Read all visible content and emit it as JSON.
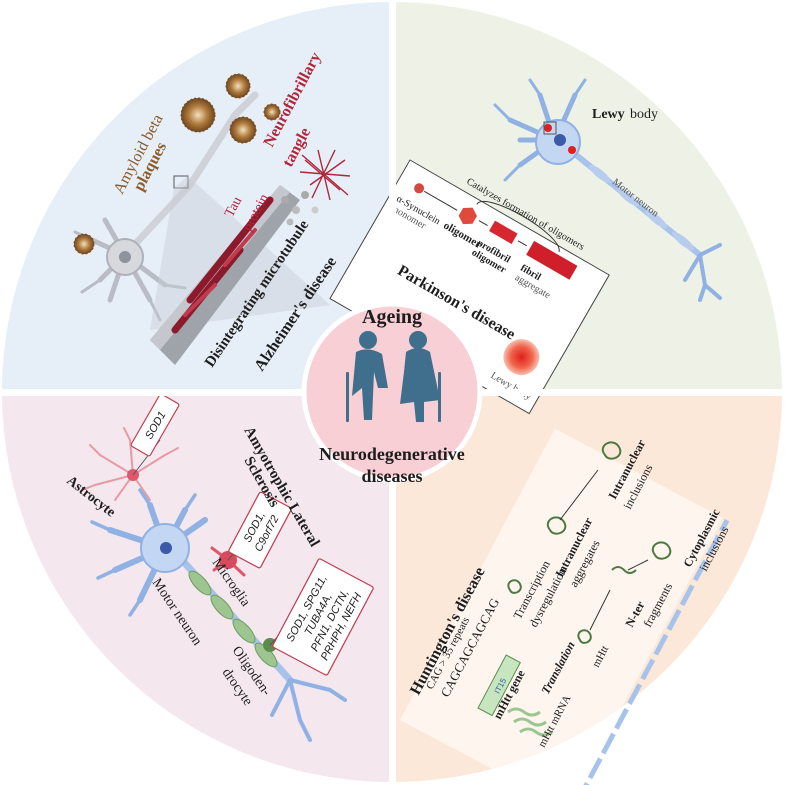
{
  "center": {
    "top_label": "Ageing",
    "bottom_label_line1": "Neurodegenerative",
    "bottom_label_line2": "diseases",
    "figure_icon": "elderly-couple-icon"
  },
  "alzheimers": {
    "title": "Alzheimer's disease",
    "amyloid_line1": "Amyloid beta",
    "amyloid_line2": "plaques",
    "nft_line1": "Neurofibrillary",
    "nft_line2": "tangle",
    "tau_line1": "Tau",
    "tau_line2": "protein",
    "microtubule": "Disintegrating microtubule"
  },
  "parkinsons": {
    "title": "Parkinson's disease",
    "lewy_body_bold": "Lewy",
    "lewy_body_rest": "body",
    "motor_neuron": "Motor neuron",
    "monomer_line1": "α-Synuclein",
    "monomer_line2": "monomer",
    "oligomer": "oligomer",
    "catalyzes": "Catalyzes formation of oligomers",
    "profibril_line1": "profibril",
    "profibril_line2": "oligomer",
    "fibril_line1": "fibril",
    "fibril_line2": "aggregate",
    "lewy_body_small": "Lewy body"
  },
  "als": {
    "title_line1": "Amyotrophic Lateral",
    "title_line2": "Sclerosis",
    "astrocyte": "Astrocyte",
    "box_astro": "SOD1",
    "box_micro_line1": "SOD1,",
    "box_micro_line2": "C9orf72",
    "box_oligo_line1": "SOD1, SPG11,",
    "box_oligo_line2": "TUBA4A,",
    "box_oligo_line3": "PFN1, DCTN,",
    "box_oligo_line4": "PRHPH, NEFH",
    "microglia": "Microglia",
    "motor_neuron": "Motor neuron",
    "oligo_line1": "Oligoden-",
    "oligo_line2": "drocyte"
  },
  "huntingtons": {
    "title": "Huntington's disease",
    "cag_repeats": "CAG > 35 repeats",
    "cag_sequence": "CAGCAGCAGCAG",
    "gene_label": "IT15",
    "mhtt_gene": "mHtt gene",
    "translation": "Translation",
    "mrna": "mHtt mRNA",
    "mhtt": "mHtt",
    "transcription_line1": "Transcription",
    "transcription_line2": "dysregulation",
    "intranuclear_agg_line1": "Intranuclear",
    "intranuclear_agg_line2": "aggregates",
    "intranuclear_inc_line1": "Intranuclear",
    "intranuclear_inc_line2": "inclusions",
    "nter_line1": "N-ter",
    "nter_line2": "fragments",
    "cyto_line1": "Cytoplasmic",
    "cyto_line2": "inclusions"
  },
  "colors": {
    "q_alz": "#e6eef7",
    "q_park": "#eef2e6",
    "q_als": "#f4e7ee",
    "q_hunt": "#fbe8d9",
    "center": "#f7cfd5",
    "figure": "#3f6f8c",
    "neuron": "#8fb1e3",
    "myelin": "#9cc58f"
  }
}
